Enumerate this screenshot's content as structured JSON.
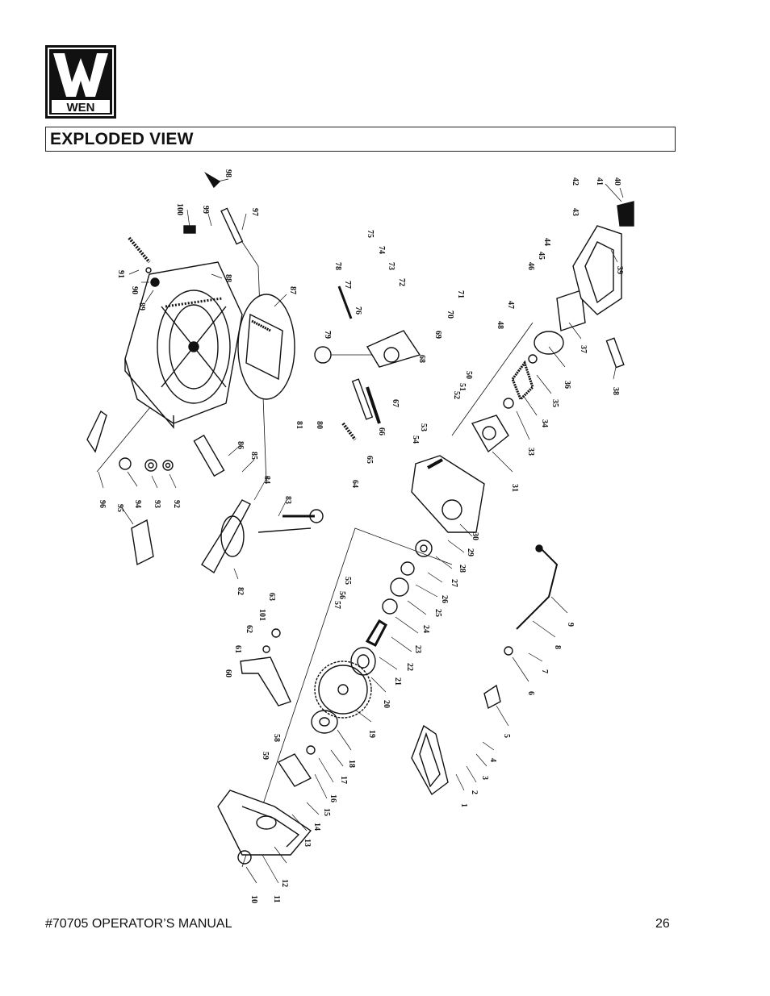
{
  "header": {
    "logo_text": "WEN",
    "logo_icon": "wen-logo-icon"
  },
  "section": {
    "title": "EXPLODED VIEW"
  },
  "diagram": {
    "part_labels": [
      "1",
      "2",
      "3",
      "4",
      "5",
      "6",
      "7",
      "8",
      "9",
      "10",
      "11",
      "12",
      "13",
      "14",
      "15",
      "16",
      "17",
      "18",
      "19",
      "20",
      "21",
      "22",
      "23",
      "24",
      "25",
      "26",
      "27",
      "28",
      "29",
      "30",
      "31",
      "33",
      "34",
      "35",
      "36",
      "37",
      "38",
      "39",
      "40",
      "41",
      "42",
      "43",
      "44",
      "45",
      "46",
      "47",
      "48",
      "50",
      "51",
      "52",
      "53",
      "54",
      "55",
      "56",
      "57",
      "58",
      "59",
      "60",
      "61",
      "62",
      "63",
      "64",
      "65",
      "66",
      "67",
      "68",
      "69",
      "70",
      "71",
      "72",
      "73",
      "74",
      "75",
      "76",
      "77",
      "78",
      "79",
      "80",
      "81",
      "82",
      "83",
      "84",
      "85",
      "86",
      "87",
      "88",
      "89",
      "90",
      "91",
      "92",
      "93",
      "94",
      "95",
      "96",
      "97",
      "98",
      "99",
      "100",
      "101"
    ]
  },
  "footer": {
    "manual": "#70705 OPERATOR’S MANUAL",
    "page_number": "26"
  }
}
